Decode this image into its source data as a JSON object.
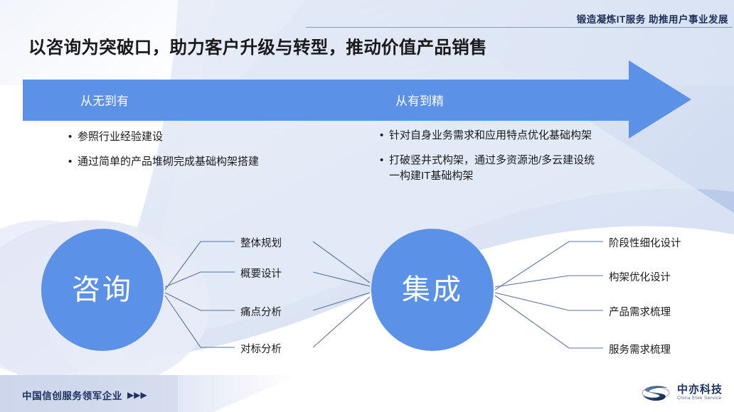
{
  "header": {
    "tagline": "锻造凝炼IT服务 助推用户事业发展",
    "title": "以咨询为突破口，助力客户升级与转型，推动价值产品销售"
  },
  "arrow_band": {
    "stage_left_label": "从无到有",
    "stage_right_label": "从有到精",
    "color": "#5b92e8"
  },
  "bullets": {
    "left": [
      "参照行业经验建设",
      "通过简单的产品堆砌完成基础构架搭建"
    ],
    "right": [
      "针对自身业务需求和应用特点优化基础构架",
      "打破竖井式构架，通过多资源池/多云建设统\n一构建IT基础构架"
    ]
  },
  "nodes": {
    "consult": {
      "label": "咨询",
      "color": "#5b92e8",
      "branches": [
        "整体规划",
        "概要设计",
        "痛点分析",
        "对标分析"
      ]
    },
    "integrate": {
      "label": "集成",
      "color": "#5b92e8",
      "branches": [
        "阶段性细化设计",
        "构架优化设计",
        "产品需求梳理",
        "服务需求梳理"
      ]
    }
  },
  "footer": {
    "slogan": "中国信创服务领军企业",
    "arrows": "▶▶▶",
    "logo_cn": "中亦科技",
    "logo_en": "China Etek Service"
  }
}
